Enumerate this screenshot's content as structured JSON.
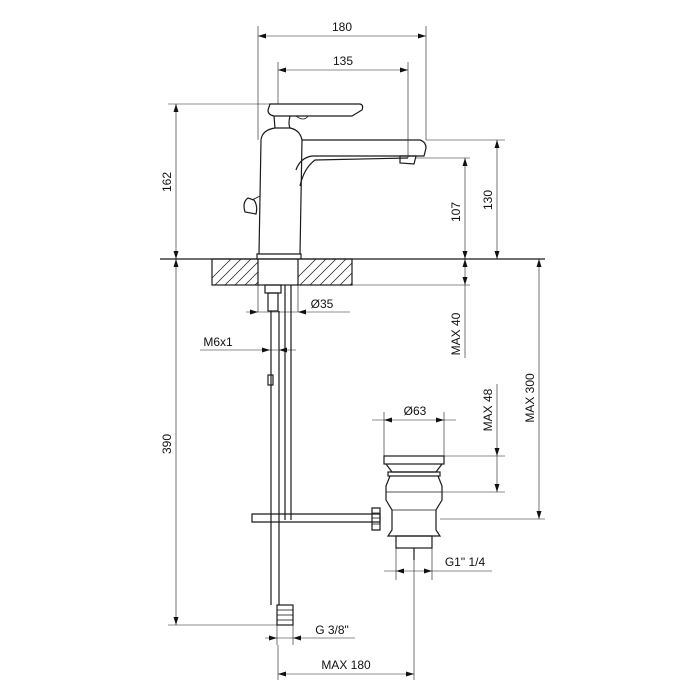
{
  "dimensions": {
    "overall_depth": "180",
    "spout_reach": "135",
    "total_height": "162",
    "spout_height_a": "130",
    "spout_height_b": "107",
    "hole_diameter": "Ø35",
    "max_deck_thickness": "MAX 40",
    "stud_thread": "M6x1",
    "supply_length": "390",
    "drain_diameter": "Ø63",
    "drain_max_top": "MAX 48",
    "drain_max_depth": "MAX 300",
    "drain_thread": "G1\" 1/4",
    "supply_thread": "G 3/8\"",
    "max_offset": "MAX 180"
  }
}
